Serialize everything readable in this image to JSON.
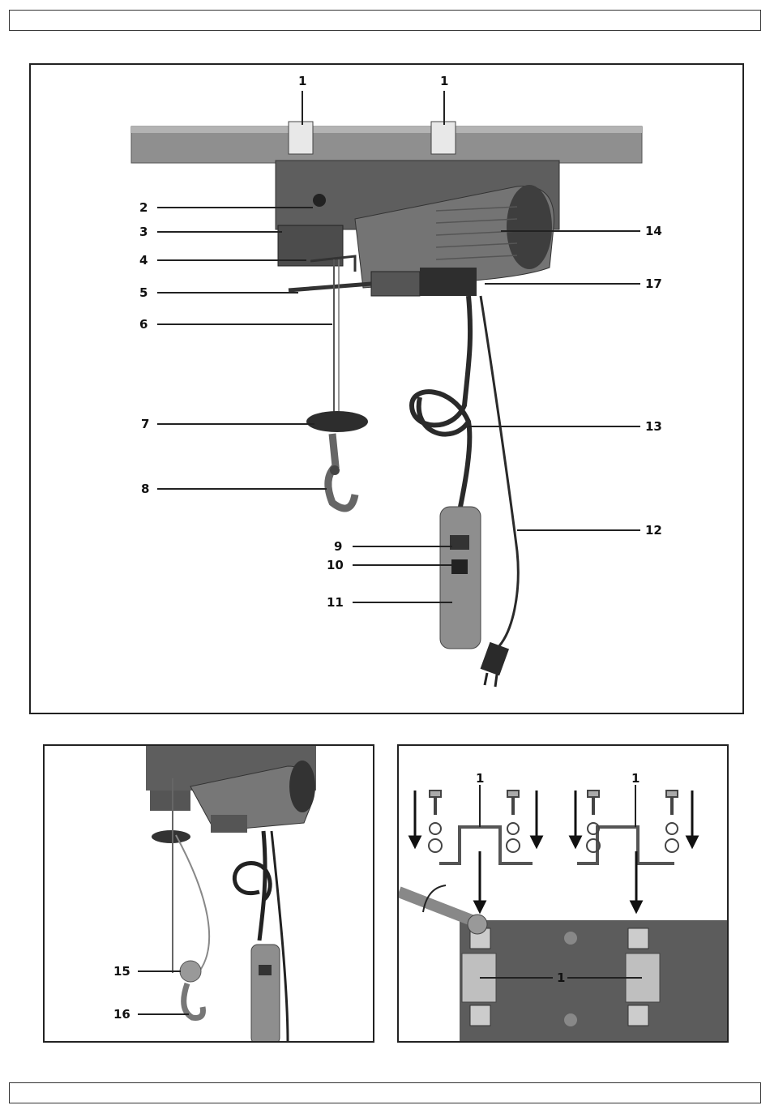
{
  "header_bar": {
    "text": ""
  },
  "footer_bar": {
    "text": ""
  },
  "figure_main": {
    "labels": [
      "1",
      "1",
      "2",
      "3",
      "4",
      "5",
      "6",
      "7",
      "8",
      "9",
      "10",
      "11",
      "12",
      "13",
      "14",
      "17"
    ]
  },
  "figure_hook": {
    "labels": [
      "15",
      "16"
    ]
  },
  "figure_mount": {
    "labels": [
      "1",
      "1",
      "1"
    ]
  },
  "colors": {
    "housing": "#5a5a5a",
    "beam": "#8a8a8a",
    "motor": "#6b6b6b",
    "cable": "#2a2a2a",
    "bracket": "#cfcfcf"
  }
}
